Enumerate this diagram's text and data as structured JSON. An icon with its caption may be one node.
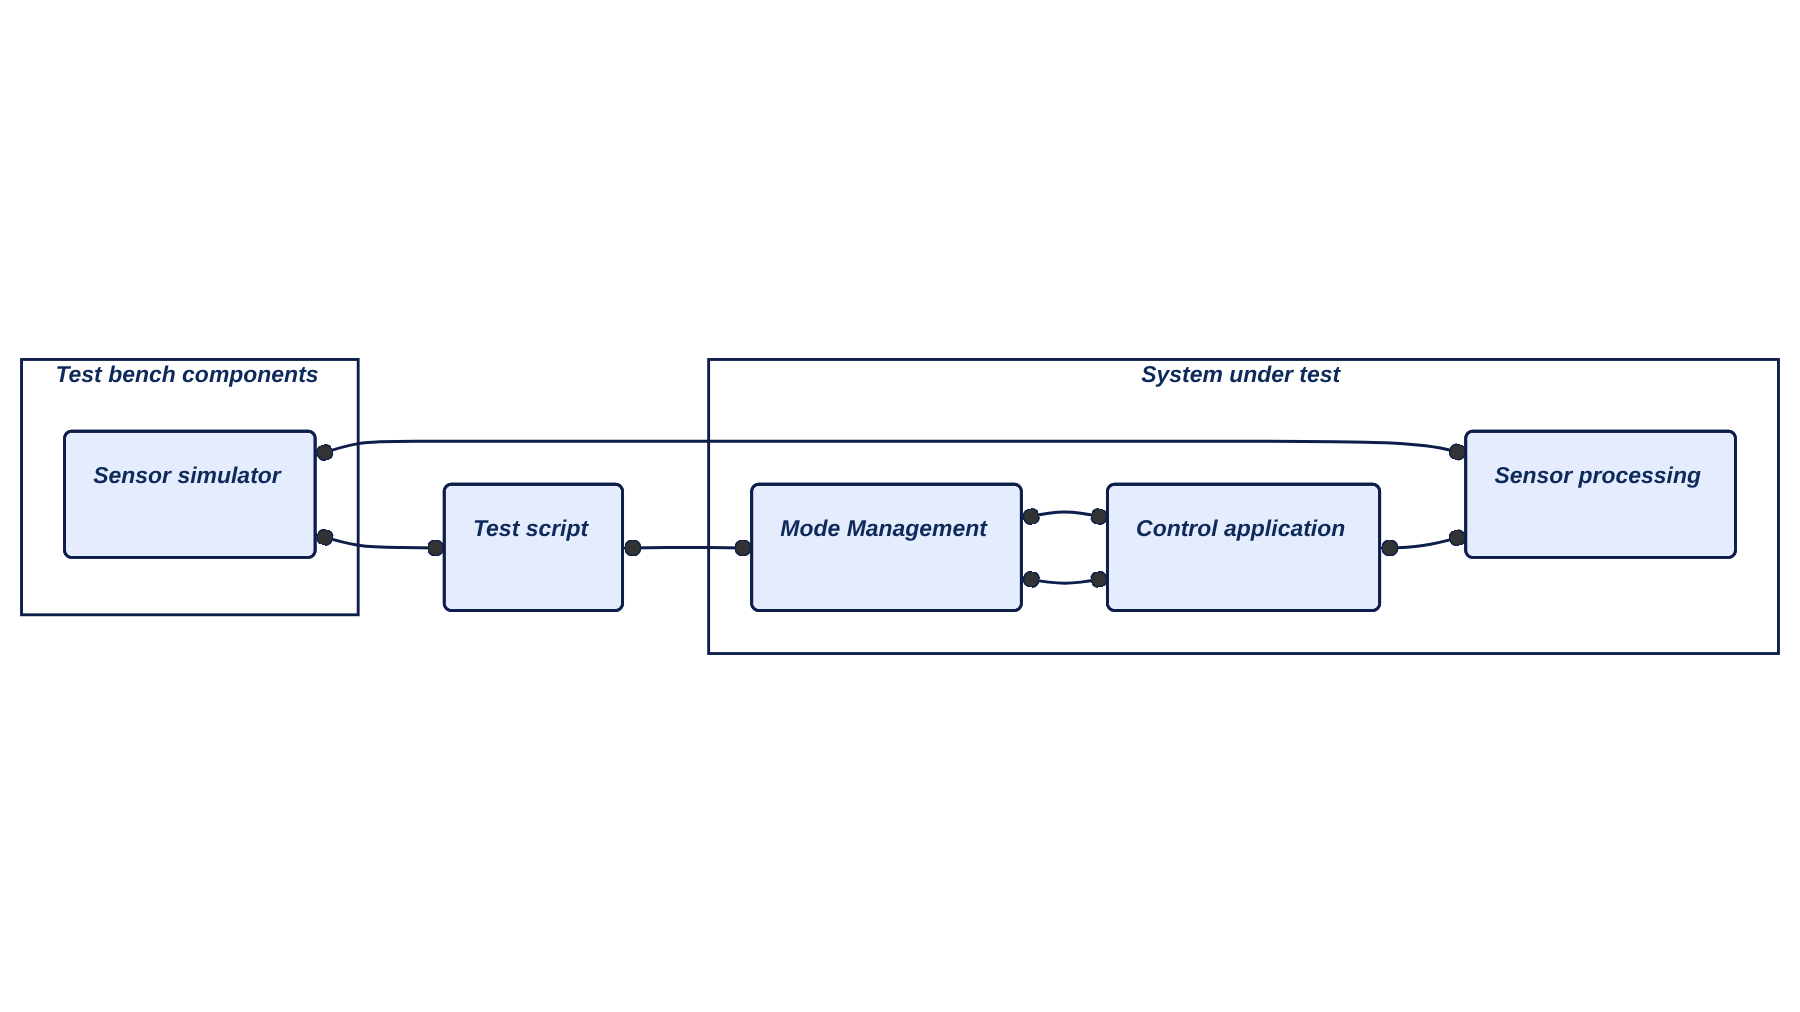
{
  "diagram": {
    "nodes": [
      {
        "text": [
          "Test script"
        ]
      },
      {
        "text": [
          "Test bench components"
        ]
      },
      {
        "text": [
          "Sensor simulator"
        ],
        "in": 1
      },
      {
        "text": [
          "System under test"
        ]
      },
      {
        "text": [
          "Mode Management"
        ],
        "in": 3
      },
      {
        "text": [
          "Control application"
        ],
        "in": 3
      },
      {
        "text": [
          "Sensor processing"
        ],
        "in": 3
      }
    ],
    "edges": [
      {
        "from": 0,
        "to": 4,
        "arrow": "other"
      },
      {
        "from": 2,
        "to": 0,
        "arrow": "other"
      },
      {
        "from": 2,
        "to": 6,
        "arrow": "other"
      },
      {
        "from": 4,
        "to": 5,
        "arrow": "other"
      },
      {
        "from": 4,
        "to": 5,
        "arrow": "other"
      },
      {
        "from": 5,
        "to": 6,
        "arrow": "other"
      }
    ]
  }
}
